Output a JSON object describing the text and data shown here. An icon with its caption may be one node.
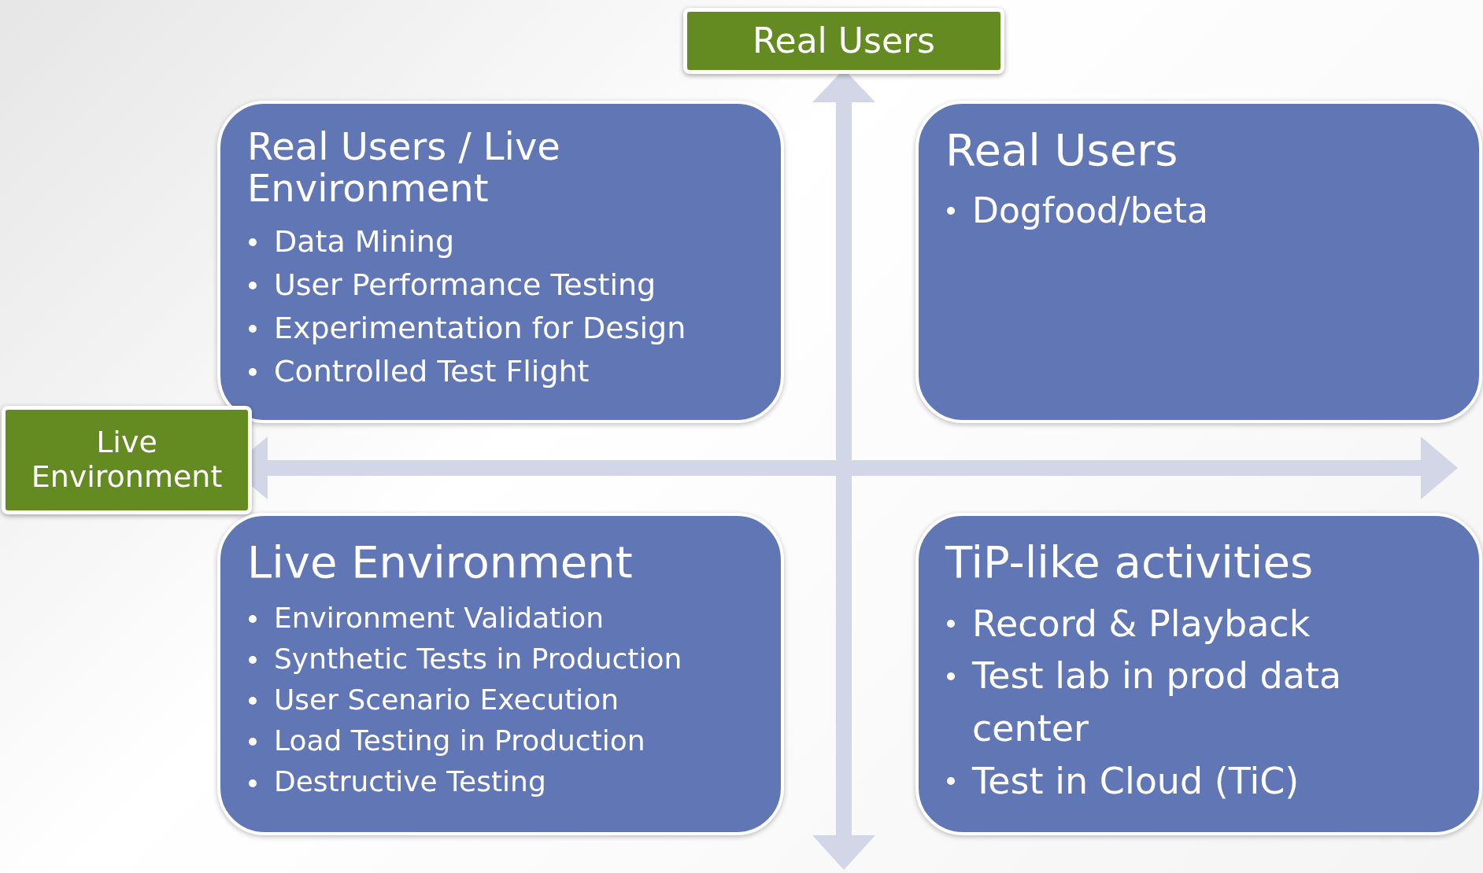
{
  "diagram": {
    "nodes": [
      {
        "text": [
          "Real Users"
        ]
      },
      {
        "text": [
          "Real Users / Live Environment",
          "Data Mining",
          "User Performance Testing",
          "Experimentation for Design",
          "Controlled Test Flight"
        ]
      },
      {
        "text": [
          "Real Users",
          "Dogfood/beta"
        ]
      },
      {
        "text": [
          "Live Environment"
        ]
      },
      {
        "text": [
          "Live Environment",
          "Environment Validation",
          "Synthetic Tests in Production",
          "User Scenario Execution",
          "Load Testing in Production",
          "Destructive Testing"
        ]
      },
      {
        "text": [
          "TiP-like activities",
          "Record & Playback",
          "Test lab in prod data center",
          "Test in Cloud (TiC)"
        ]
      }
    ]
  }
}
